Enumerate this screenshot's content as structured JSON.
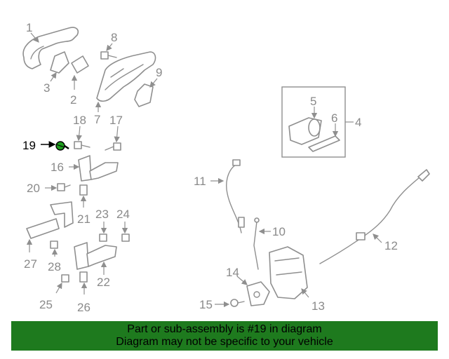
{
  "diagram": {
    "callouts": [
      "1",
      "2",
      "3",
      "4",
      "5",
      "6",
      "7",
      "8",
      "9",
      "10",
      "11",
      "12",
      "13",
      "14",
      "15",
      "16",
      "17",
      "18",
      "19",
      "20",
      "21",
      "22",
      "23",
      "24",
      "25",
      "26",
      "27",
      "28"
    ],
    "highlighted_callout": "19",
    "highlight_color": "#1e9e1e"
  },
  "banner": {
    "line1": "Part or sub-assembly is #19 in diagram",
    "line2": "Diagram may not be specific to your vehicle",
    "color": "#1e7a1e"
  }
}
